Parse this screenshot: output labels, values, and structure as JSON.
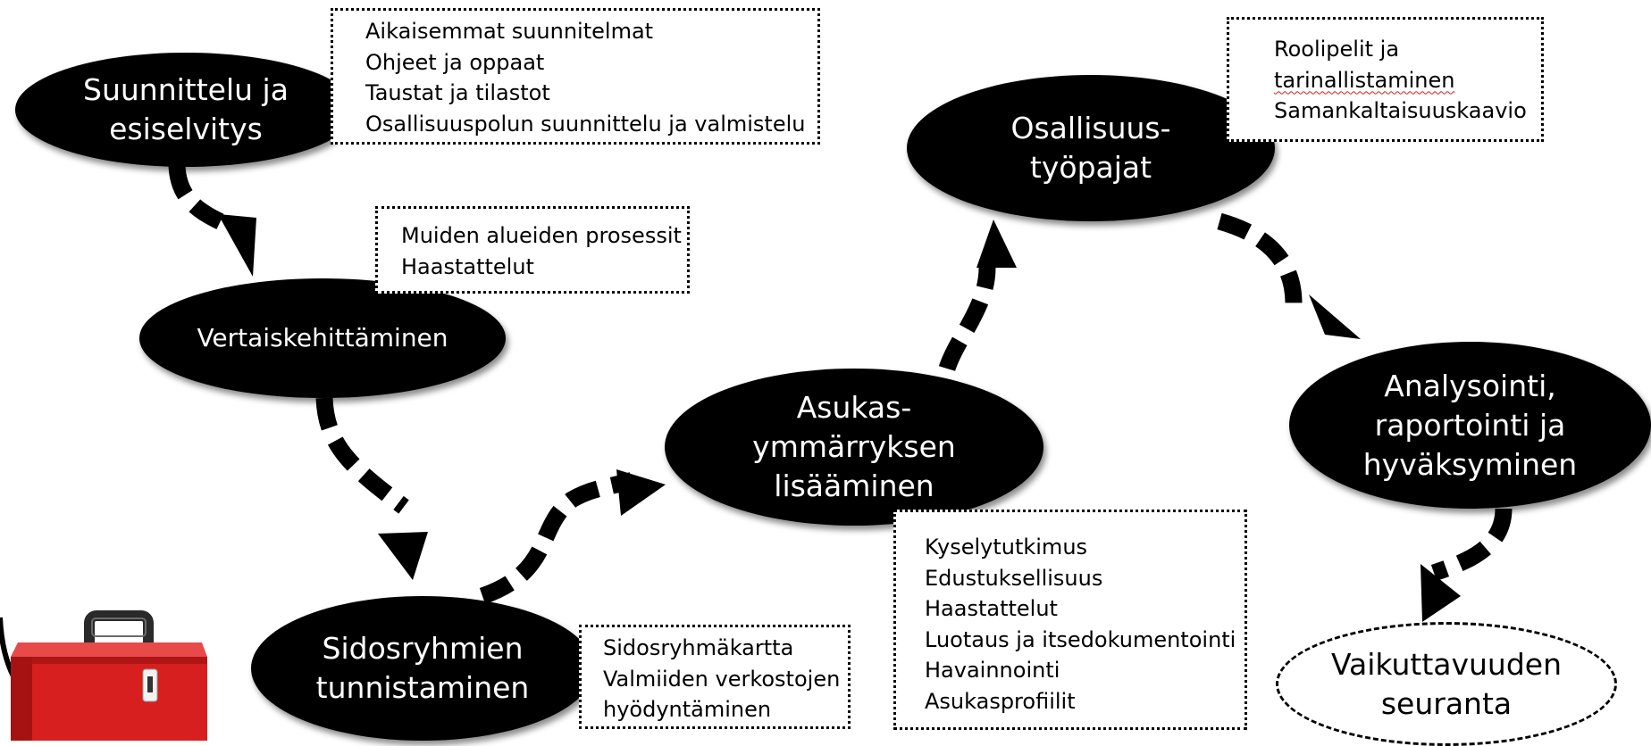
{
  "nodes": {
    "planning": "Suunnittelu ja\nesiselvitys",
    "peer": "Vertaiskehittäminen",
    "stakeholders": "Sidosryhmien\ntunnistaminen",
    "residents": "Asukas-\nymmärryksen\nlisääminen",
    "workshops": "Osallisuus-\ntyöpajat",
    "analysis": "Analysointi,\nraportointi ja\nhyväksyminen",
    "followup": "Vaikuttavuuden\nseuranta"
  },
  "boxes": {
    "planning": [
      "Aikaisemmat suunnitelmat",
      "Ohjeet ja oppaat",
      "Taustat ja tilastot",
      "Osallisuuspolun suunnittelu ja valmistelu"
    ],
    "peer": [
      "Muiden alueiden prosessit",
      "Haastattelut"
    ],
    "stakeholders": [
      "Sidosryhmäkartta",
      "Valmiiden verkostojen",
      "hyödyntäminen"
    ],
    "residents": [
      "Kyselytutkimus",
      "Edustuksellisuus",
      "Haastattelut",
      "Luotaus ja itsedokumentointi",
      "Havainnointi",
      "Asukasprofiilit"
    ],
    "workshops": [
      "Roolipelit ja",
      "tarinallistaminen",
      "Samankaltaisuuskaavio"
    ]
  },
  "colors": {
    "node_fill": "#000000",
    "node_text": "#ffffff",
    "toolbox_red": "#d71f1f"
  },
  "icons": {
    "toolbox": "red-toolbox-icon"
  }
}
